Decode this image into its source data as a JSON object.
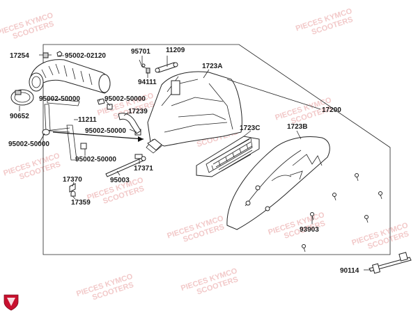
{
  "watermark": {
    "line1": "PIECES KYMCO",
    "line2": "SCOOTERS"
  },
  "colors": {
    "line": "#222222",
    "watermark": "#f2c9c9",
    "logo": "#c8102e",
    "arrow": "#111111"
  },
  "logo_icon": "kymco-shield-icon",
  "labels": {
    "p17254": "17254",
    "p95002_02120": "95002-02120",
    "p95701": "95701",
    "p11209": "11209",
    "p94111": "94111",
    "p1723A": "1723A",
    "p90652": "90652",
    "p95002_50000_a": "95002-50000",
    "p95002_50000_b": "95002-50000",
    "p17239": "17239",
    "p11211": "11211",
    "p95002_50000_c": "95002-50000",
    "p95002_50000_d": "95002-50000",
    "p95002_50000_e": "95002-50000",
    "p17200": "17200",
    "p1723C": "1723C",
    "p1723B": "1723B",
    "p17371": "17371",
    "p17370": "17370",
    "p95003": "95003",
    "p17359": "17359",
    "p93903": "93903",
    "p90114": "90114"
  }
}
